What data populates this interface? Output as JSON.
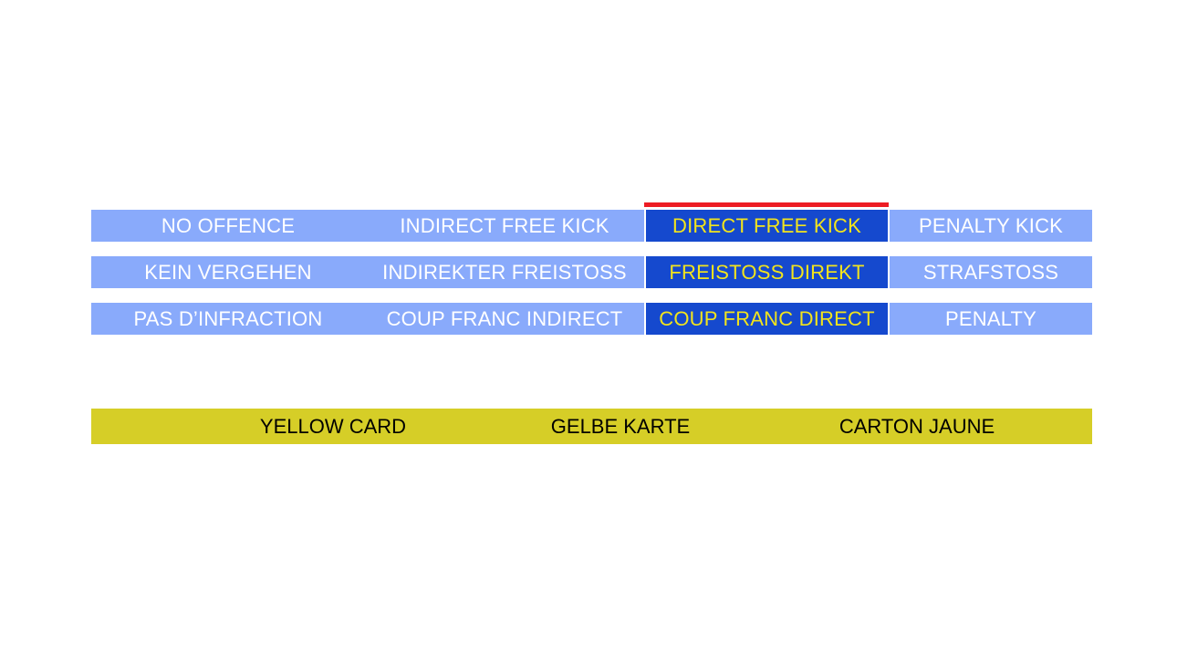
{
  "slide": {
    "background_color": "#ffffff",
    "colors": {
      "light_blue": "#89aafb",
      "dark_blue": "#1549ce",
      "accent_red": "#ed1c24",
      "card_yellow": "#d6ce27",
      "highlight_text": "#f2e41c",
      "label_text": "#ffffff",
      "card_text": "#000000"
    }
  },
  "sanction_scale": {
    "highlighted_column_index": 2,
    "accent_bar_name": "red-accent-bar",
    "rows": [
      {
        "language": "english",
        "cells": [
          {
            "label": "NO OFFENCE",
            "state": "normal"
          },
          {
            "label": "INDIRECT FREE KICK",
            "state": "normal"
          },
          {
            "label": "DIRECT FREE KICK",
            "state": "highlighted"
          },
          {
            "label": "PENALTY KICK",
            "state": "normal"
          }
        ]
      },
      {
        "language": "german",
        "cells": [
          {
            "label": "KEIN VERGEHEN",
            "state": "normal"
          },
          {
            "label": "INDIREKTER FREISTOSS",
            "state": "normal"
          },
          {
            "label": "FREISTOSS DIREKT",
            "state": "highlighted"
          },
          {
            "label": "STRAFSTOSS",
            "state": "normal"
          }
        ]
      },
      {
        "language": "french",
        "cells": [
          {
            "label": "PAS D’INFRACTION",
            "state": "normal"
          },
          {
            "label": "COUP FRANC INDIRECT",
            "state": "normal"
          },
          {
            "label": "COUP FRANC DIRECT",
            "state": "highlighted"
          },
          {
            "label": "PENALTY",
            "state": "normal"
          }
        ]
      }
    ]
  },
  "card_bar": {
    "labels": [
      {
        "language": "english",
        "text": "YELLOW CARD"
      },
      {
        "language": "german",
        "text": "GELBE KARTE"
      },
      {
        "language": "french",
        "text": "CARTON JAUNE"
      }
    ]
  }
}
